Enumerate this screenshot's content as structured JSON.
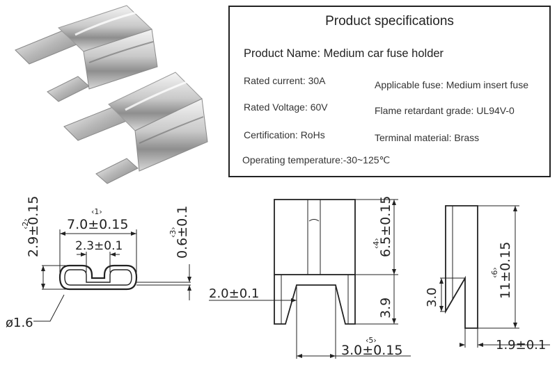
{
  "specs": {
    "title": "Product specifications",
    "product_name": "Product Name: Medium car fuse holder",
    "rated_current": "Rated current: 30A",
    "applicable_fuse": "Applicable fuse: Medium insert fuse",
    "rated_voltage": "Rated Voltage: 60V",
    "flame_retardant": "Flame retardant grade: UL94V-0",
    "certification": "Certification: RoHs",
    "terminal_material": "Terminal material: Brass",
    "operating_temperature": "Operating temperature:-30~125℃"
  },
  "drawing": {
    "marker1": "‹1›",
    "marker2": "‹2›",
    "marker3": "‹3›",
    "marker4": "‹4›",
    "marker5": "‹5›",
    "marker6": "‹6›",
    "dim_width": "7.0±0.15",
    "dim_height": "2.9±0.15",
    "dim_slot": "2.3±0.1",
    "dim_thickness": "0.6±0.1",
    "dim_diameter": "ø1.6",
    "dim_tab_width": "2.0±0.1",
    "dim_upper": "6.5±0.15",
    "dim_lower": "3.9",
    "dim_base": "3.0±0.15",
    "dim_total": "11±0.15",
    "dim_side": "3.0",
    "dim_foot": "1.9±0.1"
  }
}
